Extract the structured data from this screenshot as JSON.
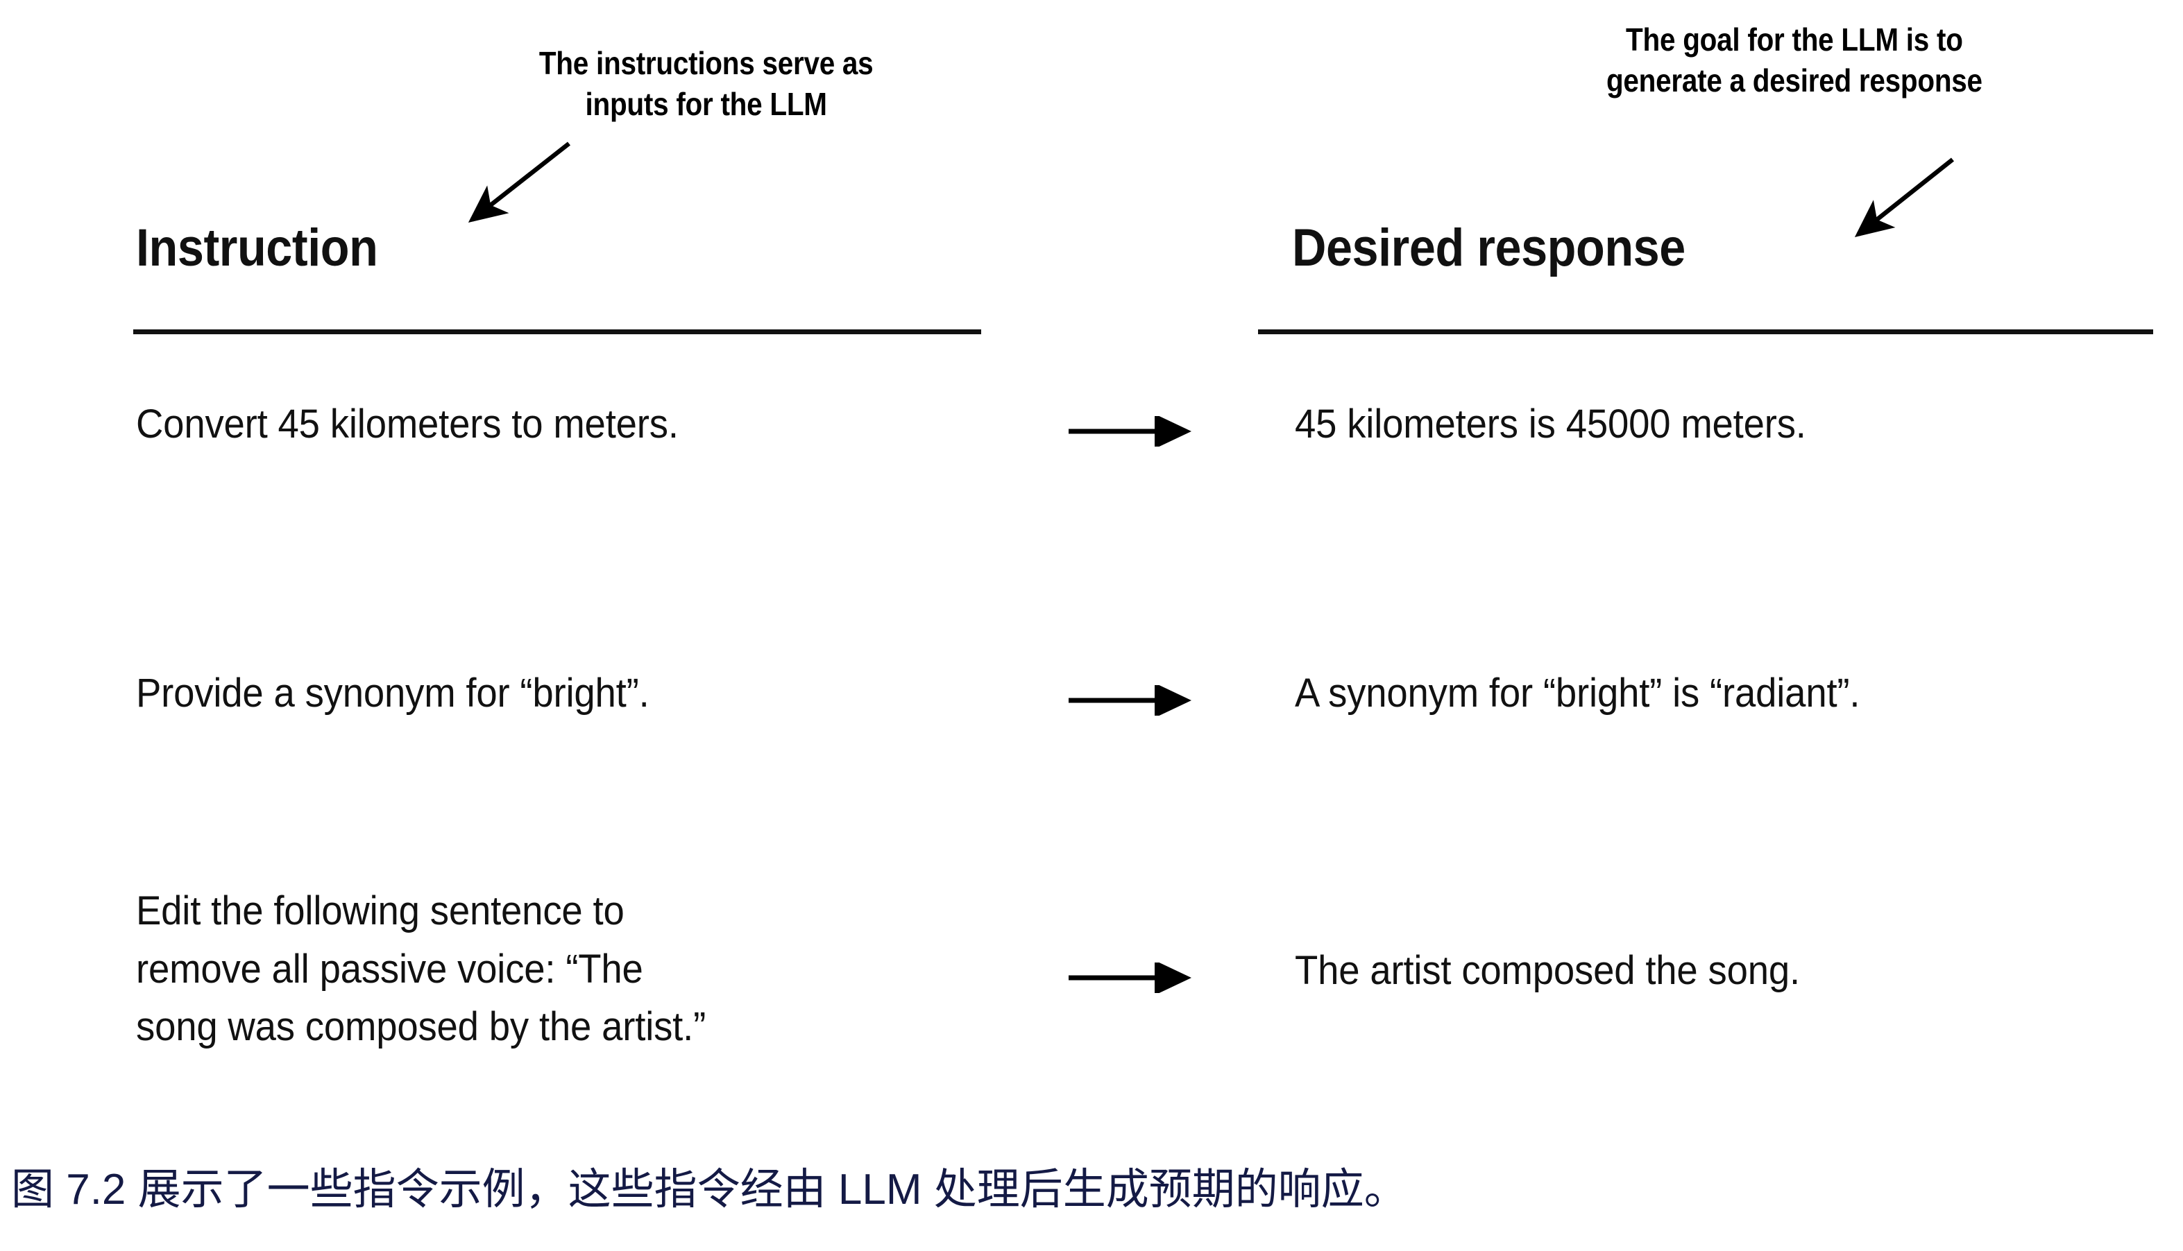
{
  "annotations": {
    "left": {
      "name": "instruction-callout",
      "lines": [
        "The instructions serve as",
        "inputs for the LLM"
      ],
      "arrow": "diagonal-arrow-down-left"
    },
    "right": {
      "name": "response-callout",
      "lines": [
        "The goal for the LLM is to",
        "generate a desired response"
      ],
      "arrow": "diagonal-arrow-down-left"
    }
  },
  "table": {
    "headers": {
      "instruction": "Instruction",
      "response": "Desired response"
    },
    "rows": [
      {
        "instruction": "Convert 45 kilometers to meters.",
        "arrow": "right-arrow",
        "response": "45 kilometers is 45000 meters."
      },
      {
        "instruction": "Provide a synonym for “bright”.",
        "arrow": "right-arrow",
        "response": "A synonym for “bright” is “radiant”."
      },
      {
        "instruction": "Edit the following sentence to\nremove all passive voice: “The\nsong was composed by the artist.”",
        "arrow": "right-arrow",
        "response": "The artist composed the song."
      }
    ]
  },
  "caption": {
    "text": "图 7.2 展示了一些指令示例，这些指令经由 LLM 处理后生成预期的响应。",
    "color": "#141a45"
  },
  "colors": {
    "ink": "#111111",
    "background": "#ffffff",
    "caption": "#141a45"
  }
}
